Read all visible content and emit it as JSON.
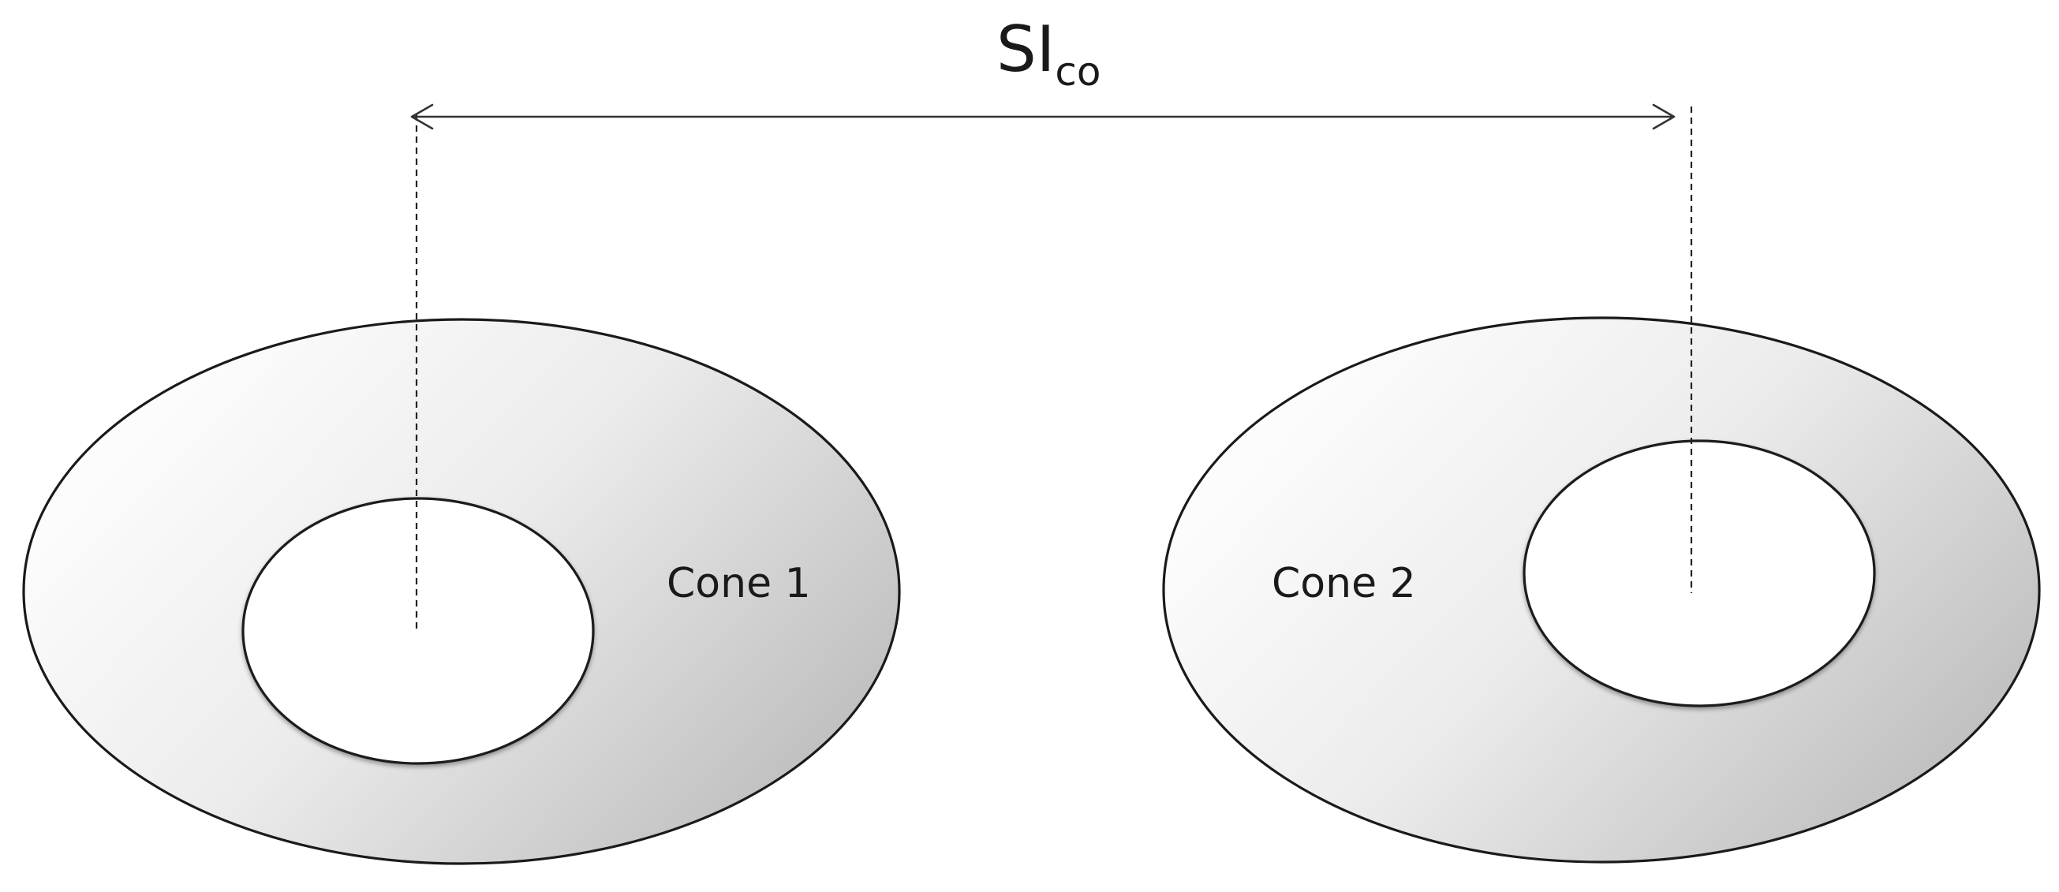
{
  "measurement": {
    "symbol": "SI",
    "subscript": "co"
  },
  "cones": [
    {
      "label": "Cone 1"
    },
    {
      "label": "Cone 2"
    }
  ],
  "colors": {
    "outline": "#1a1a1a",
    "fill_light": "#ffffff",
    "fill_dark": "#b8b8b8",
    "background": "#ffffff"
  }
}
